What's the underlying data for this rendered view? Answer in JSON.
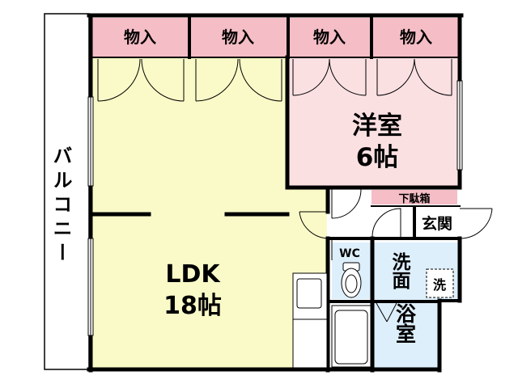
{
  "floorplan": {
    "balcony": {
      "label": "バルコニー"
    },
    "closets": [
      {
        "label": "物入"
      },
      {
        "label": "物入"
      },
      {
        "label": "物入"
      },
      {
        "label": "物入"
      }
    ],
    "western_room": {
      "name": "洋室",
      "size": "6帖"
    },
    "ldk": {
      "name": "LDK",
      "size": "18帖"
    },
    "shoe_box": {
      "label": "下駄箱"
    },
    "entrance": {
      "label": "玄関"
    },
    "toilet": {
      "label": "WC"
    },
    "washroom": {
      "label": "洗面"
    },
    "washer": {
      "label": "洗"
    },
    "bathroom": {
      "label": "浴室"
    },
    "colors": {
      "ldk_fill": "#FAFAC8",
      "western_fill": "#FBE0E2",
      "closet_fill": "#F5BDC6",
      "wet_fill": "#DDEFFB",
      "wall": "#000000"
    }
  }
}
